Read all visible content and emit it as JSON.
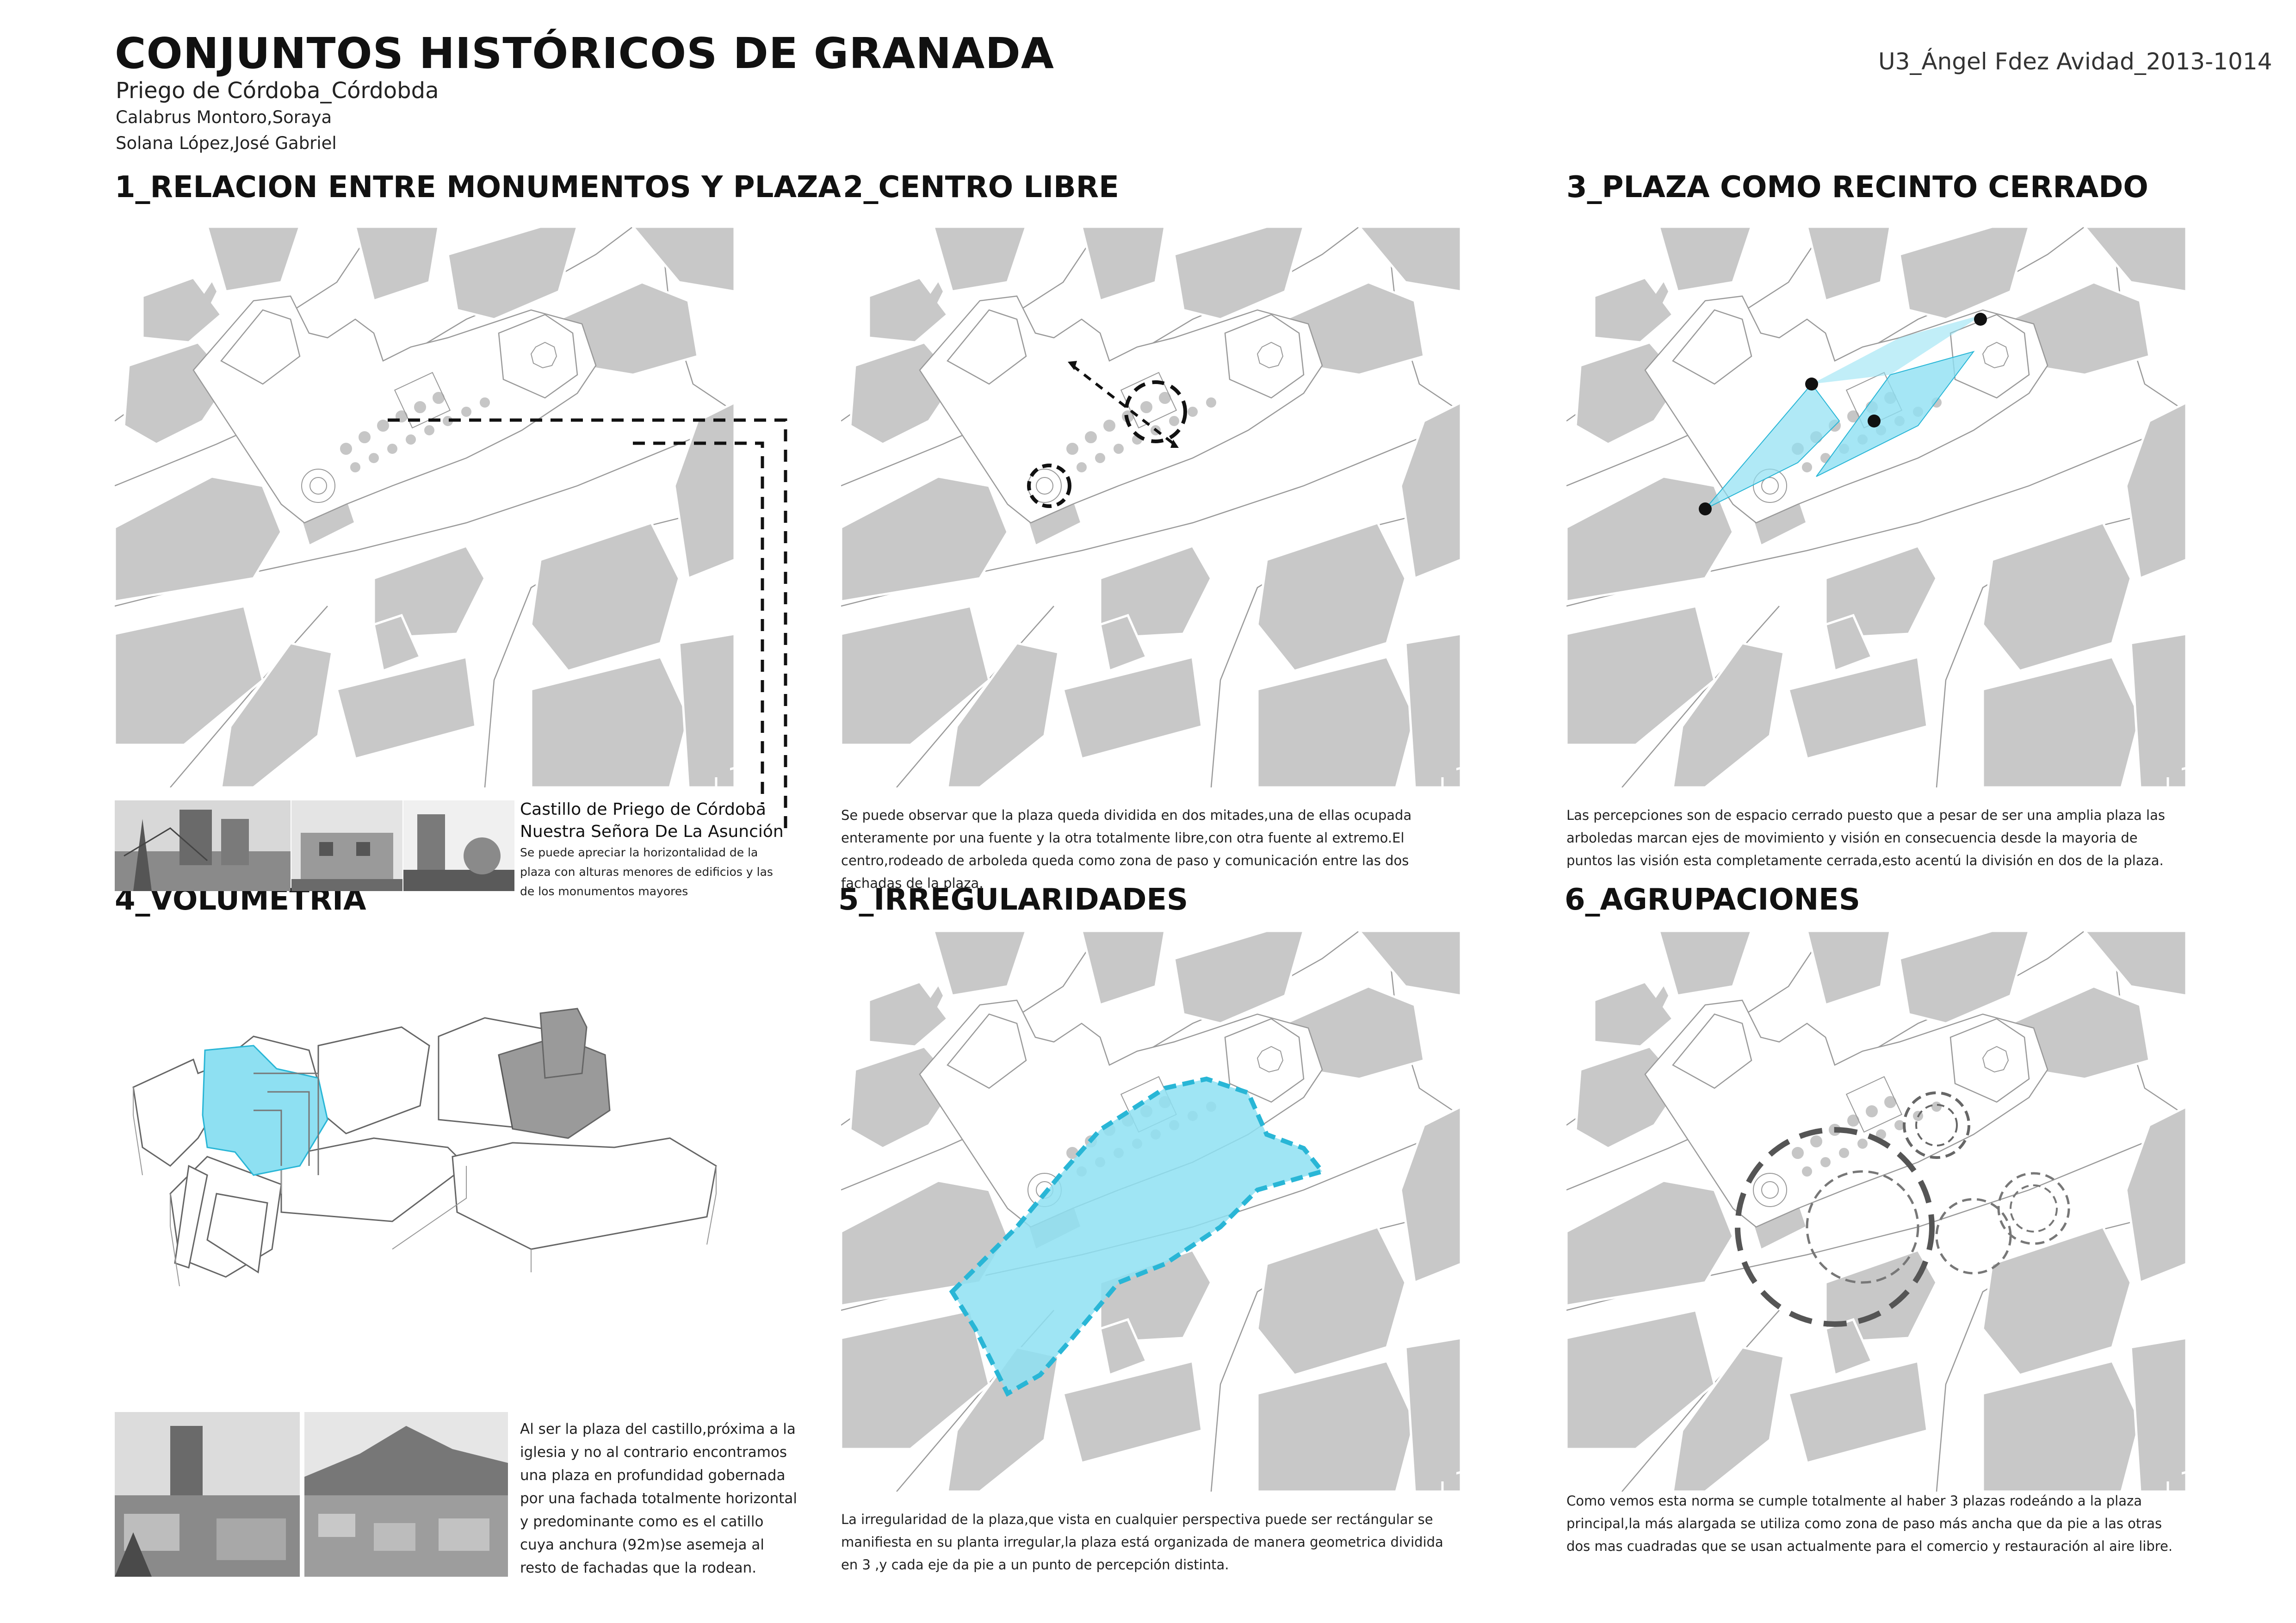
{
  "header": {
    "title": "CONJUNTOS HISTÓRICOS DE GRANADA",
    "subtitle": "Priego de Córdoba_Córdobda",
    "authors": [
      "Calabrus Montoro,Soraya",
      "Solana López,José Gabriel"
    ],
    "course": "U3_Ángel Fdez Avidad_2013-1014"
  },
  "sections": {
    "s1": {
      "title": "1_RELACION ENTRE MONUMENTOS Y PLAZA",
      "photo_title_1": "Castillo de Priego de Córdoba",
      "photo_title_2": "Nuestra Señora De La Asunción",
      "photo_body": "Se puede apreciar la horizontalidad de la plaza con alturas menores de edificios y las de los monumentos mayores"
    },
    "s2": {
      "title": "2_CENTRO LIBRE",
      "caption": "Se puede observar que la plaza queda dividida en dos mitades,una de ellas ocupada enteramente por una fuente y la otra totalmente libre,con otra fuente al extremo.El centro,rodeado de arboleda queda como zona de paso y comunicación entre las dos fachadas de la plaza."
    },
    "s3": {
      "title": "3_PLAZA COMO RECINTO CERRADO",
      "caption": "Las percepciones son de espacio cerrado puesto que a pesar de ser una amplia plaza las arboledas marcan ejes de movimiento y visión en consecuencia desde la mayoria de puntos las visión esta completamente cerrada,esto acentú la división en dos de la plaza."
    },
    "s4": {
      "title": "4_VOLUMETRIA",
      "caption": "Al ser la plaza del castillo,próxima a la iglesia y no al contrario encontramos una plaza en profundidad gobernada por una fachada totalmente horizontal y predominante como es el catillo cuya anchura (92m)se asemeja al resto de fachadas que la rodean."
    },
    "s5": {
      "title": "5_IRREGULARIDADES",
      "caption": "La irregularidad de la plaza,que vista en cualquier perspectiva puede ser rectángular se manifiesta en su planta irregular,la plaza está organizada de manera geometrica dividida en 3 ,y cada eje da pie a un punto de percepción distinta."
    },
    "s6": {
      "title": "6_AGRUPACIONES",
      "caption": "Como vemos esta norma se cumple totalmente al haber 3 plazas rodeándo a la plaza principal,la más alargada se utiliza como zona de paso más ancha que da pie a las otras dos mas cuadradas que se usan actualmente para el comercio y restauración al aire libre."
    }
  },
  "colors": {
    "building": "#c8c8c8",
    "highlight": "#8ee0f2",
    "highlight_stroke": "#29b6d6",
    "annotation": "#111111"
  },
  "icons": [
    "map-1-icon",
    "map-2-icon",
    "map-3-icon",
    "map-5-icon",
    "map-6-icon",
    "volumetric-model-icon",
    "photo-castle-icon",
    "photo-church-icon",
    "photo-tower-icon",
    "photo-town-icon"
  ]
}
